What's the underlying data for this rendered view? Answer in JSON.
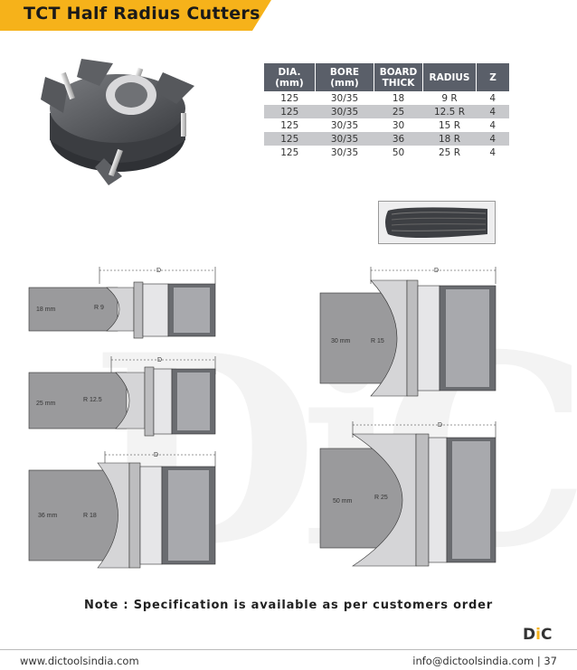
{
  "page": {
    "title": "TCT Half Radius Cutters",
    "note": "Note : Specification is available as per customers order",
    "logo": {
      "part1": "D",
      "part2": "i",
      "part3": "C"
    },
    "footer": {
      "website": "www.dictoolsindia.com",
      "email": "info@dictoolsindia.com",
      "separator": " | ",
      "page_number": "37"
    }
  },
  "table": {
    "headers": [
      {
        "line1": "DIA.",
        "line2": "(mm)"
      },
      {
        "line1": "BORE",
        "line2": "(mm)"
      },
      {
        "line1": "BOARD",
        "line2": "THICK"
      },
      {
        "line1": "RADIUS",
        "line2": ""
      },
      {
        "line1": "Z",
        "line2": ""
      }
    ],
    "rows": [
      [
        "125",
        "30/35",
        "18",
        "9 R",
        "4"
      ],
      [
        "125",
        "30/35",
        "25",
        "12.5 R",
        "4"
      ],
      [
        "125",
        "30/35",
        "30",
        "15 R",
        "4"
      ],
      [
        "125",
        "30/35",
        "36",
        "18 R",
        "4"
      ],
      [
        "125",
        "30/35",
        "50",
        "25 R",
        "4"
      ]
    ]
  },
  "drawings": [
    {
      "thickness": "18 mm",
      "radius": "R 9",
      "dim": "D"
    },
    {
      "thickness": "25 mm",
      "radius": "R 12.5",
      "dim": "D"
    },
    {
      "thickness": "36 mm",
      "radius": "R 18",
      "dim": "D"
    },
    {
      "thickness": "30 mm",
      "radius": "R 15",
      "dim": "D"
    },
    {
      "thickness": "50 mm",
      "radius": "R 25",
      "dim": "D"
    }
  ],
  "colors": {
    "accent": "#f6b21a",
    "header_bg": "#5a5f69",
    "row_alt": "#c8c9cc"
  }
}
